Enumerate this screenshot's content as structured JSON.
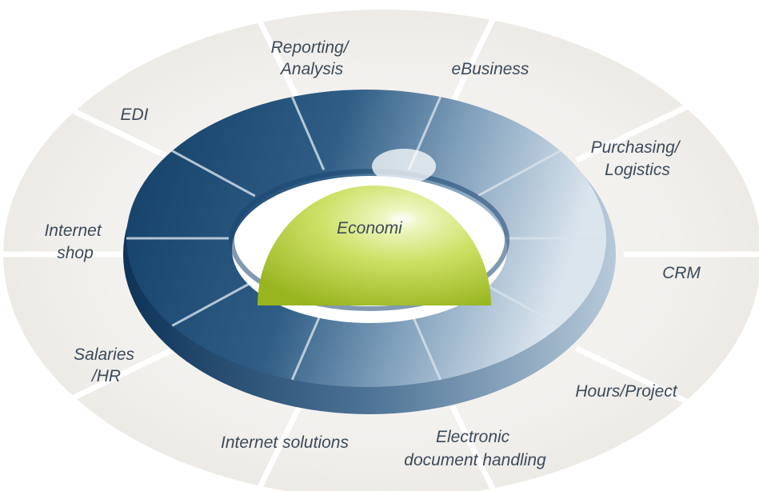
{
  "diagram": {
    "center": {
      "label": "Economi"
    },
    "segments": [
      {
        "id": "reporting",
        "lines": [
          "Reporting/",
          "Analysis"
        ]
      },
      {
        "id": "ebusiness",
        "lines": [
          "eBusiness"
        ]
      },
      {
        "id": "purchasing",
        "lines": [
          "Purchasing/",
          "Logistics"
        ]
      },
      {
        "id": "crm",
        "lines": [
          "CRM"
        ]
      },
      {
        "id": "hours",
        "lines": [
          "Hours/Project"
        ]
      },
      {
        "id": "edh",
        "lines": [
          "Electronic",
          "document handling"
        ]
      },
      {
        "id": "internet-solutions",
        "lines": [
          "Internet solutions"
        ]
      },
      {
        "id": "salaries",
        "lines": [
          "Salaries",
          "/HR"
        ]
      },
      {
        "id": "internet-shop",
        "lines": [
          "Internet",
          "shop"
        ]
      },
      {
        "id": "edi",
        "lines": [
          "EDI"
        ]
      }
    ]
  },
  "colors": {
    "outer_petal": "#f1efeb",
    "ring_dark": "#1f4a72",
    "ring_light": "#b9ccdc",
    "sphere": "#c8dc55",
    "label_text": "#3c4a5a"
  }
}
